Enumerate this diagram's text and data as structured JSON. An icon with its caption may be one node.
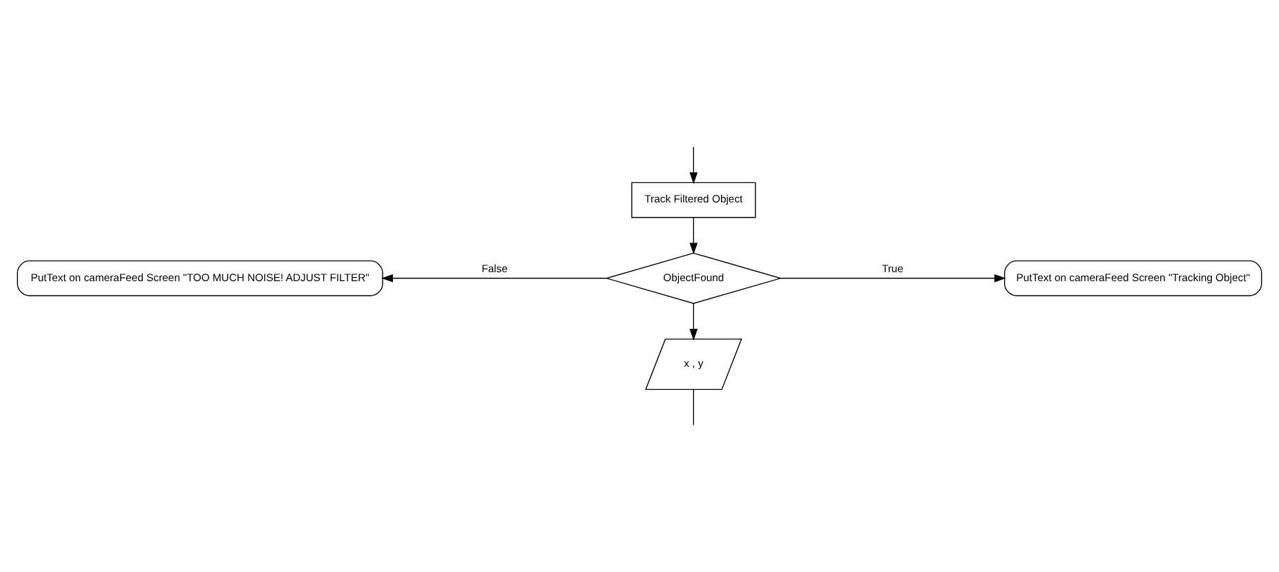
{
  "diagram": {
    "nodes": [
      {
        "text": [
          "Track Filtered Object"
        ]
      },
      {
        "text": [
          "ObjectFound"
        ]
      },
      {
        "text": [
          "PutText on cameraFeed Screen \"TOO MUCH NOISE! ADJUST FILTER\""
        ]
      },
      {
        "text": [
          "PutText on cameraFeed Screen \"Tracking Object\""
        ]
      },
      {
        "text": [
          "x , y"
        ]
      }
    ],
    "edges": [
      {
        "from": null,
        "to": 0,
        "arrow": "to"
      },
      {
        "from": 0,
        "to": 1,
        "arrow": "to"
      },
      {
        "from": 1,
        "to": 2,
        "arrow": "to",
        "label": "False"
      },
      {
        "from": 1,
        "to": 3,
        "arrow": "to",
        "label": "True"
      },
      {
        "from": 1,
        "to": 4,
        "arrow": "to"
      },
      {
        "from": 4,
        "to": null,
        "arrow": "none"
      }
    ]
  }
}
